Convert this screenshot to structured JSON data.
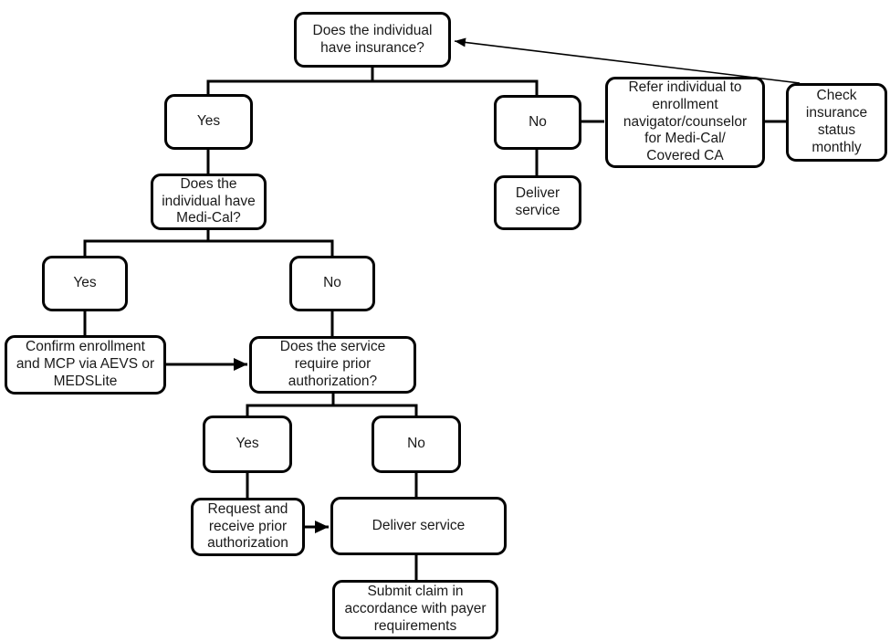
{
  "diagram": {
    "type": "flowchart",
    "colors": {
      "background": "#ffffff",
      "box_fill": "#ffffff",
      "box_border": "#000000",
      "line": "#000000",
      "text": "#1a1a1a"
    },
    "nodes": {
      "q_insurance": {
        "label": "Does the individual\nhave insurance?"
      },
      "yes_insurance": {
        "label": "Yes"
      },
      "no_insurance": {
        "label": "No"
      },
      "refer_enrollment": {
        "label": "Refer individual to\nenrollment\nnavigator/counselor\nfor Medi-Cal/\nCovered CA"
      },
      "check_monthly": {
        "label": "Check\ninsurance\nstatus\nmonthly"
      },
      "deliver_no_insurance": {
        "label": "Deliver\nservice"
      },
      "q_medical": {
        "label": "Does the\nindividual have\nMedi-Cal?"
      },
      "yes_medical": {
        "label": "Yes"
      },
      "no_medical": {
        "label": "No"
      },
      "confirm_enrollment": {
        "label": "Confirm enrollment\nand MCP via AEVS or\nMEDSLite"
      },
      "q_prior_auth": {
        "label": "Does the service\nrequire prior\nauthorization?"
      },
      "yes_prior": {
        "label": "Yes"
      },
      "no_prior": {
        "label": "No"
      },
      "request_auth": {
        "label": "Request and\nreceive prior\nauthorization"
      },
      "deliver_service": {
        "label": "Deliver service"
      },
      "submit_claim": {
        "label": "Submit claim in\naccordance with payer\nrequirements"
      }
    },
    "edges": [
      {
        "from": "q_insurance",
        "to": "yes_insurance",
        "arrowhead": false
      },
      {
        "from": "q_insurance",
        "to": "no_insurance",
        "arrowhead": false
      },
      {
        "from": "no_insurance",
        "to": "deliver_no_insurance",
        "arrowhead": false
      },
      {
        "from": "no_insurance",
        "to": "refer_enrollment",
        "arrowhead": false
      },
      {
        "from": "refer_enrollment",
        "to": "check_monthly",
        "arrowhead": false
      },
      {
        "from": "check_monthly",
        "to": "q_insurance",
        "arrowhead": true
      },
      {
        "from": "yes_insurance",
        "to": "q_medical",
        "arrowhead": false
      },
      {
        "from": "q_medical",
        "to": "yes_medical",
        "arrowhead": false
      },
      {
        "from": "q_medical",
        "to": "no_medical",
        "arrowhead": false
      },
      {
        "from": "yes_medical",
        "to": "confirm_enrollment",
        "arrowhead": false
      },
      {
        "from": "confirm_enrollment",
        "to": "q_prior_auth",
        "arrowhead": true
      },
      {
        "from": "no_medical",
        "to": "q_prior_auth",
        "arrowhead": false
      },
      {
        "from": "q_prior_auth",
        "to": "yes_prior",
        "arrowhead": false
      },
      {
        "from": "q_prior_auth",
        "to": "no_prior",
        "arrowhead": false
      },
      {
        "from": "yes_prior",
        "to": "request_auth",
        "arrowhead": false
      },
      {
        "from": "request_auth",
        "to": "deliver_service",
        "arrowhead": true
      },
      {
        "from": "no_prior",
        "to": "deliver_service",
        "arrowhead": false
      },
      {
        "from": "deliver_service",
        "to": "submit_claim",
        "arrowhead": false
      }
    ]
  }
}
